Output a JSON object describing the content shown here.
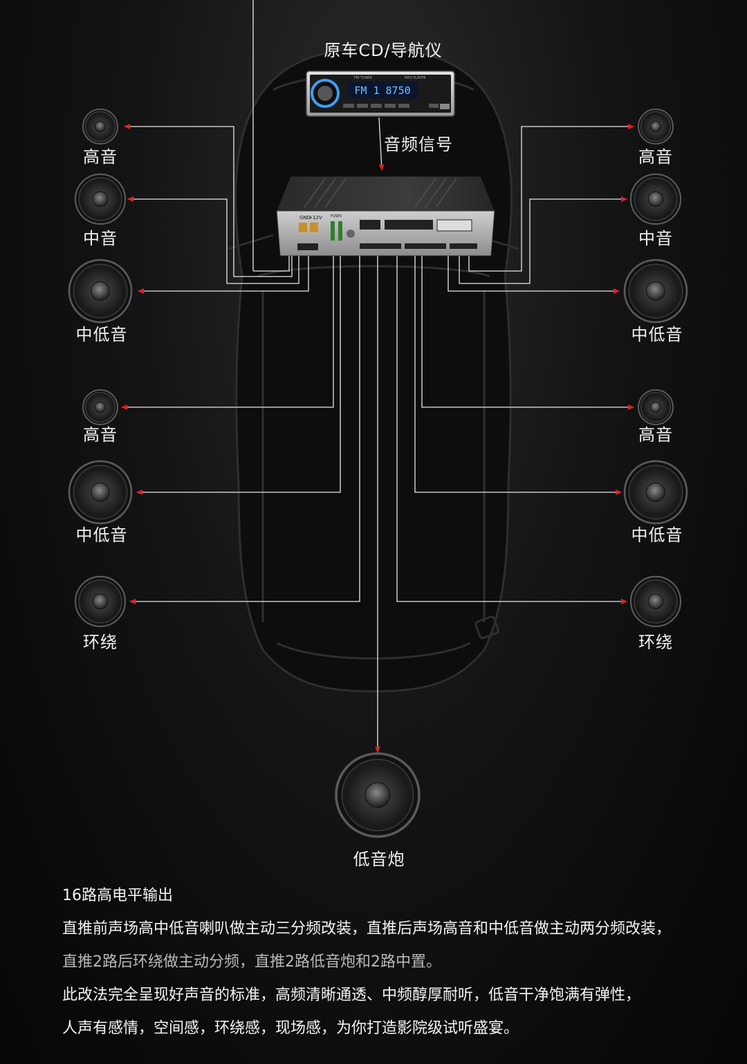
{
  "head_unit": {
    "label": "原车CD/导航仪",
    "display": "FM 1 8750",
    "brand_left": "FM TUNER",
    "brand_right": "MP3 PLAYER"
  },
  "signal_label": "音频信号",
  "amplifier": {
    "gnd": "GND",
    "v12": "+12V",
    "fuses": "FUSES"
  },
  "speakers_left": [
    {
      "label": "高音"
    },
    {
      "label": "中音"
    },
    {
      "label": "中低音"
    },
    {
      "label": "高音"
    },
    {
      "label": "中低音"
    },
    {
      "label": "环绕"
    }
  ],
  "speakers_right": [
    {
      "label": "高音"
    },
    {
      "label": "中音"
    },
    {
      "label": "中低音"
    },
    {
      "label": "高音"
    },
    {
      "label": "中低音"
    },
    {
      "label": "环绕"
    }
  ],
  "subwoofer": {
    "label": "低音炮"
  },
  "description": {
    "title": "16路高电平输出",
    "line1": "直推前声场高中低音喇叭做主动三分频改装，直推后声场高音和中低音做主动两分频改装，",
    "line2": "直推2路后环绕做主动分频，直推2路低音炮和2路中置。",
    "line3": "此改法完全呈现好声音的标准，高频清晰通透、中频醇厚耐听，低音干净饱满有弹性，",
    "line4": "人声有感情，空间感，环绕感，现场感，为你打造影院级试听盛宴。"
  },
  "colors": {
    "line": "#e8e8e8",
    "arrow": "#e0202a"
  }
}
